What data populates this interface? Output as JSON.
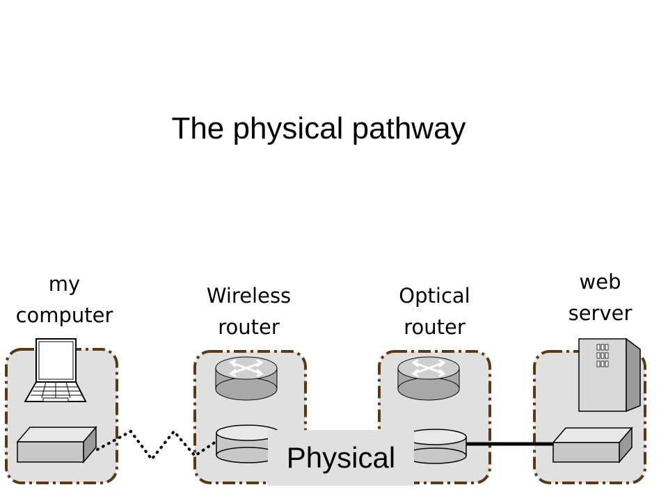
{
  "title": "The physical pathway",
  "nodes": {
    "my_computer": {
      "line1": "my",
      "line2": "computer"
    },
    "wireless_router": {
      "line1": "Wireless",
      "line2": "router"
    },
    "optical_router": {
      "line1": "Optical",
      "line2": "router"
    },
    "web_server": {
      "line1": "web",
      "line2": "server"
    }
  },
  "layer_label": "Physical",
  "colors": {
    "node_fill": "#e0e0e0",
    "dash_border": "#5a3a14",
    "device_fill": "#c8c8c8",
    "label_box": "#e0e0e0"
  },
  "icons": [
    "laptop-icon",
    "router-icon",
    "server-icon",
    "network-interface-icon"
  ]
}
